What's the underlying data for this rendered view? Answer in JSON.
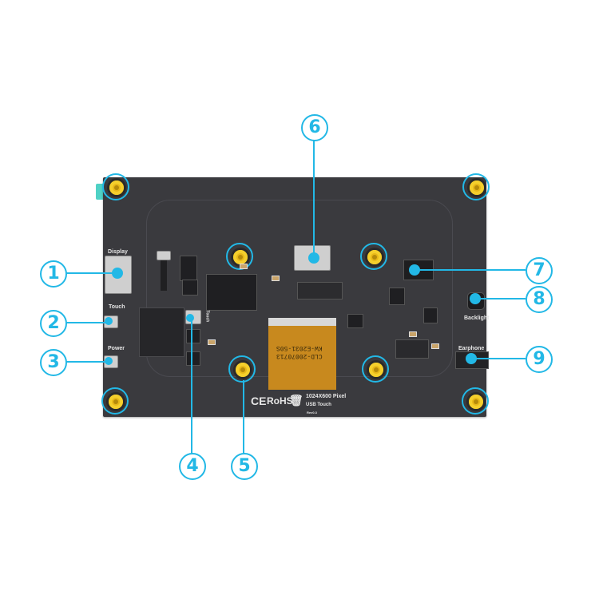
{
  "board": {
    "background": "#3a3a3e",
    "accent_color": "#22b8e6",
    "standoff_color": "#e8b818",
    "fpc_color": "#c8891e"
  },
  "connector_labels": {
    "display": "Display",
    "touch": "Touch",
    "power": "Power",
    "backlight": "Backlight",
    "earphone": "Earphone",
    "touch_small": "Touch"
  },
  "silkscreen": {
    "ce": "CE",
    "rohs": "RoHS",
    "weee_icon": "weee-bin-icon",
    "resolution": "1024X600 Pixel",
    "touch_type": "USB Touch",
    "revision": "Rev0.3",
    "fpc_line1": "CLD-20070713",
    "fpc_line2": "KW-E2031-50S"
  },
  "callouts": [
    {
      "number": "1",
      "target": "Display HDMI port"
    },
    {
      "number": "2",
      "target": "Touch micro USB port"
    },
    {
      "number": "3",
      "target": "Power micro USB port"
    },
    {
      "number": "4",
      "target": "Micro USB touch connector"
    },
    {
      "number": "5",
      "target": "Mounting standoff"
    },
    {
      "number": "6",
      "target": "HDMI port"
    },
    {
      "number": "7",
      "target": "Pin header / switch"
    },
    {
      "number": "8",
      "target": "Backlight button"
    },
    {
      "number": "9",
      "target": "Earphone jack"
    }
  ]
}
